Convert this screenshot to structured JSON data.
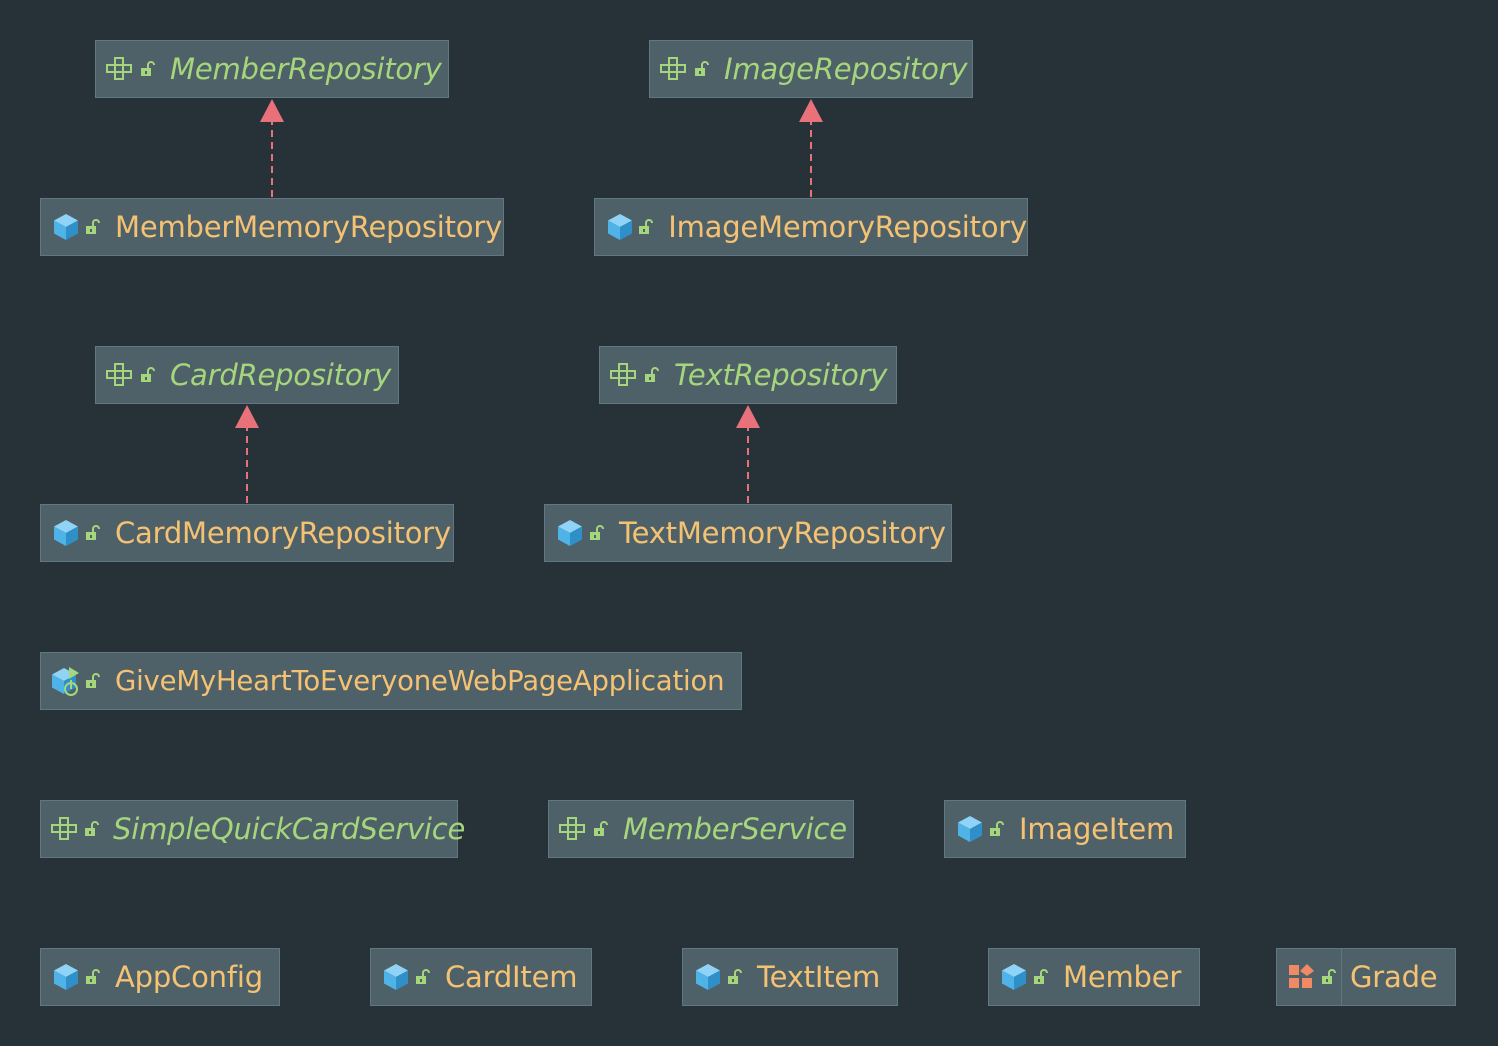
{
  "diagram": {
    "nodes": [
      {
        "id": "member-repository",
        "label": "MemberRepository",
        "kind": "interface"
      },
      {
        "id": "image-repository",
        "label": "ImageRepository",
        "kind": "interface"
      },
      {
        "id": "member-memory-repository",
        "label": "MemberMemoryRepository",
        "kind": "class"
      },
      {
        "id": "image-memory-repository",
        "label": "ImageMemoryRepository",
        "kind": "class"
      },
      {
        "id": "card-repository",
        "label": "CardRepository",
        "kind": "interface"
      },
      {
        "id": "text-repository",
        "label": "TextRepository",
        "kind": "interface"
      },
      {
        "id": "card-memory-repository",
        "label": "CardMemoryRepository",
        "kind": "class"
      },
      {
        "id": "text-memory-repository",
        "label": "TextMemoryRepository",
        "kind": "class"
      },
      {
        "id": "application",
        "label": "GiveMyHeartToEveryoneWebPageApplication",
        "kind": "application-class"
      },
      {
        "id": "simple-quick-card-service",
        "label": "SimpleQuickCardService",
        "kind": "interface"
      },
      {
        "id": "member-service",
        "label": "MemberService",
        "kind": "interface"
      },
      {
        "id": "image-item",
        "label": "ImageItem",
        "kind": "class"
      },
      {
        "id": "app-config",
        "label": "AppConfig",
        "kind": "class"
      },
      {
        "id": "card-item",
        "label": "CardItem",
        "kind": "class"
      },
      {
        "id": "text-item",
        "label": "TextItem",
        "kind": "class"
      },
      {
        "id": "member",
        "label": "Member",
        "kind": "class"
      },
      {
        "id": "grade",
        "label": "Grade",
        "kind": "enum"
      }
    ],
    "edges": [
      {
        "from": "member-memory-repository",
        "to": "member-repository",
        "type": "implements"
      },
      {
        "from": "image-memory-repository",
        "to": "image-repository",
        "type": "implements"
      },
      {
        "from": "card-memory-repository",
        "to": "card-repository",
        "type": "implements"
      },
      {
        "from": "text-memory-repository",
        "to": "text-repository",
        "type": "implements"
      }
    ],
    "icons": {
      "interface": "interface-icon",
      "class": "class-icon",
      "application-class": "application-class-icon",
      "enum": "enum-icon",
      "visibility": "public-lock-icon"
    },
    "colors": {
      "background": "#263238",
      "node_fill": "#4f6168",
      "node_border": "#617882",
      "interface_text": "#a6d67c",
      "class_text": "#f5c273",
      "edge": "#e8717a",
      "class_icon": "#4fb3e8",
      "enum_icon": "#ef8a65"
    }
  }
}
